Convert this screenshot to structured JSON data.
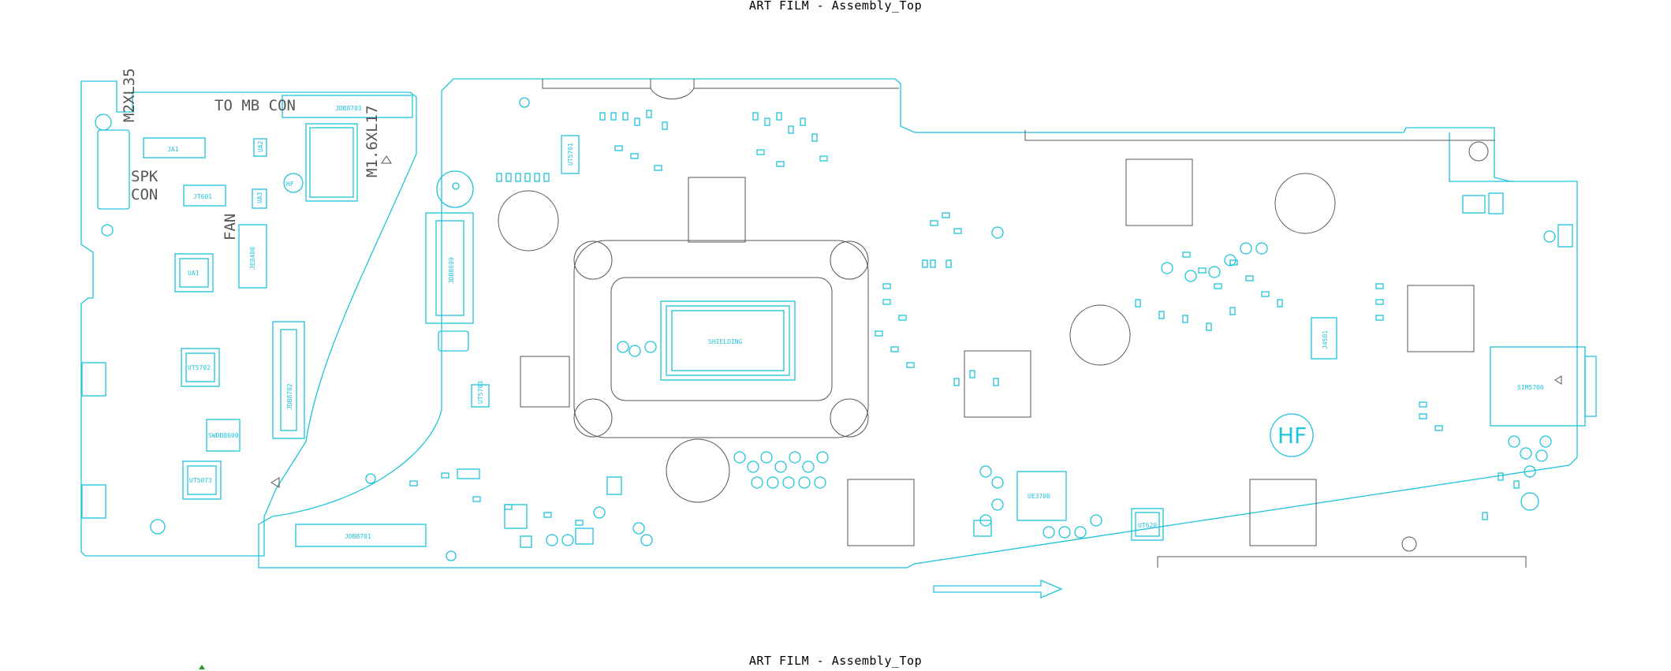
{
  "film": {
    "title_top": "ART FILM - Assembly_Top",
    "title_bottom": "ART FILM - Assembly_Top"
  },
  "silkscreen": {
    "mount_1": "M2XL35",
    "mount_2": "M1.6XL17",
    "to_mb_con": "TO MB CON",
    "spk_con": "SPK CON",
    "fan": "FAN",
    "hf_logo": "HF"
  },
  "components": {
    "ja1": "JA1",
    "jt601": "JT601",
    "ua1": "UA1",
    "ua2": "UA2",
    "ua3": "UA3",
    "je8400": "JE8400",
    "jdb8703": "JDB8703",
    "jdb8699": "JDB8699",
    "jdb8702": "JDB8702",
    "jdb8701": "JDB8701",
    "ut5702": "UT5702",
    "ut5073": "UT5073",
    "swdb8600": "SWDB8600",
    "ut5701": "UT5701",
    "shielding": "SHIELDING",
    "ut5703": "UT5703",
    "ue3700": "UE3700",
    "ut620": "UT620",
    "j4501": "J4501",
    "sim5700": "SIM5700"
  },
  "colors": {
    "silkscreen_cyan": "#1ec3dc",
    "outline_gray": "#555555",
    "background": "#ffffff"
  }
}
